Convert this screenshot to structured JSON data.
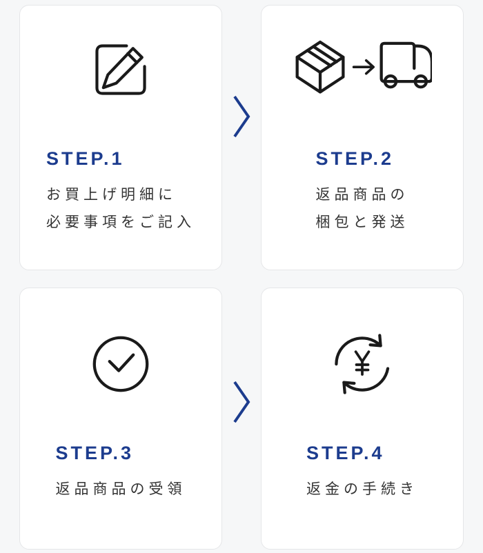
{
  "page": {
    "background_color": "#f6f7f8",
    "card_background": "#ffffff",
    "accent_color": "#1c3c8e",
    "icon_stroke_color": "#1a1a1a",
    "text_color": "#333333"
  },
  "steps": [
    {
      "label": "STEP.1",
      "description_lines": [
        "お買上げ明細に",
        "必要事項をご記入"
      ],
      "icon": "edit-icon"
    },
    {
      "label": "STEP.2",
      "description_lines": [
        "返品商品の",
        "梱包と発送"
      ],
      "icon": "box-to-truck-icon"
    },
    {
      "label": "STEP.3",
      "description_lines": [
        "返品商品の受領"
      ],
      "icon": "check-circle-icon"
    },
    {
      "label": "STEP.4",
      "description_lines": [
        "返金の手続き"
      ],
      "icon": "refund-cycle-icon"
    }
  ],
  "connectors": [
    {
      "icon": "chevron-right-icon"
    },
    {
      "icon": "chevron-right-icon"
    }
  ]
}
